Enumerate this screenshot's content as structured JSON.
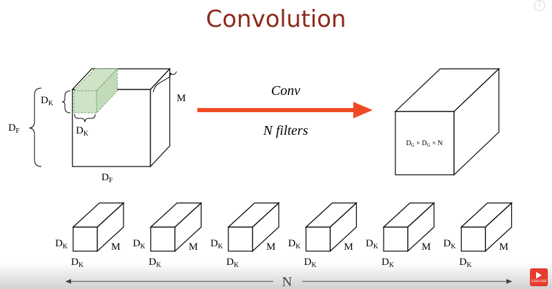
{
  "title": "Convolution",
  "input_volume": {
    "dk_side": "D",
    "dk_side_sub": "K",
    "dk_bottom": "D",
    "dk_bottom_sub": "K",
    "df_left": "D",
    "df_left_sub": "F",
    "df_bottom": "D",
    "df_bottom_sub": "F",
    "depth": "M"
  },
  "operation": {
    "label": "Conv",
    "sublabel": "N filters",
    "arrow_color": "#f04a22"
  },
  "output_volume": {
    "dims_label": "D",
    "dims_sub_1": "G",
    "dims_mid": " × D",
    "dims_sub_2": "G",
    "dims_tail": " × N"
  },
  "filters": {
    "items": [
      {
        "left": "D",
        "left_sub": "K",
        "bottom": "D",
        "bottom_sub": "K",
        "depth": "M"
      },
      {
        "left": "D",
        "left_sub": "K",
        "bottom": "D",
        "bottom_sub": "K",
        "depth": "M"
      },
      {
        "left": "D",
        "left_sub": "K",
        "bottom": "D",
        "bottom_sub": "K",
        "depth": "M"
      },
      {
        "left": "D",
        "left_sub": "K",
        "bottom": "D",
        "bottom_sub": "K",
        "depth": "M"
      },
      {
        "left": "D",
        "left_sub": "K",
        "bottom": "D",
        "bottom_sub": "K",
        "depth": "M"
      },
      {
        "left": "D",
        "left_sub": "K",
        "bottom": "D",
        "bottom_sub": "K",
        "depth": "M"
      }
    ],
    "count_label": "N"
  },
  "colors": {
    "title": "#8e2a1c",
    "kernel_fill": "#cfe3c8",
    "kernel_stroke": "#6aa85f"
  },
  "overlay": {
    "info_icon": "i",
    "subscribe_label": "SUBSCRIBE"
  }
}
